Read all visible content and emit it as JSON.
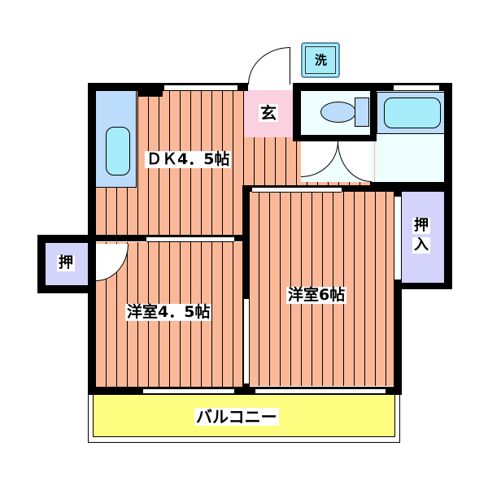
{
  "plan": {
    "colors": {
      "wall": "#000000",
      "flooring": "#fbb898",
      "kitchen_counter": "#bcdcfb",
      "sink": "#a6ecfb",
      "entrance": "#fbd0df",
      "wet_area": "#eefdfe",
      "closet": "#d3d3fb",
      "balcony": "#fdfd80",
      "washer": "#a6ecfb"
    },
    "rooms": {
      "dk": {
        "label": "ＤＫ4．5帖"
      },
      "western_room_a": {
        "label": "洋室4．5帖"
      },
      "western_room_b": {
        "label": "洋室6帖"
      },
      "entrance": {
        "label": "玄"
      },
      "washer": {
        "label": "洗"
      },
      "closet_left": {
        "label": "押"
      },
      "closet_right": {
        "label_line1": "押",
        "label_line2": "入"
      },
      "balcony": {
        "label": "バルコニー"
      }
    }
  }
}
